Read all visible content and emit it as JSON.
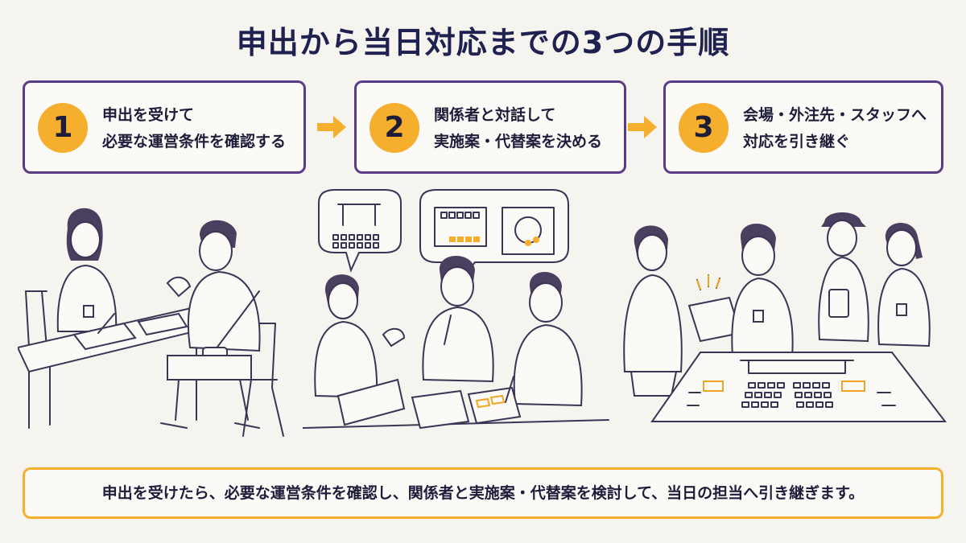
{
  "title": "申出から当日対応までの3つの手順",
  "steps": [
    {
      "number": "1",
      "line1": "申出を受けて",
      "line2": "必要な運営条件を確認する"
    },
    {
      "number": "2",
      "line1": "関係者と対話して",
      "line2": "実施案・代替案を決める"
    },
    {
      "number": "3",
      "line1": "会場・外注先・スタッフへ",
      "line2": "対応を引き継ぐ"
    }
  ],
  "summary": "申出を受けたら、必要な運営条件を確認し、関係者と実施案・代替案を検討して、当日の担当へ引き継ぎます。",
  "colors": {
    "accent": "#f6ae2d",
    "frame": "#5b3a86",
    "title": "#1f2150",
    "background": "#f6f4ef"
  },
  "icons": [
    "arrow-right-icon",
    "arrow-right-icon"
  ]
}
